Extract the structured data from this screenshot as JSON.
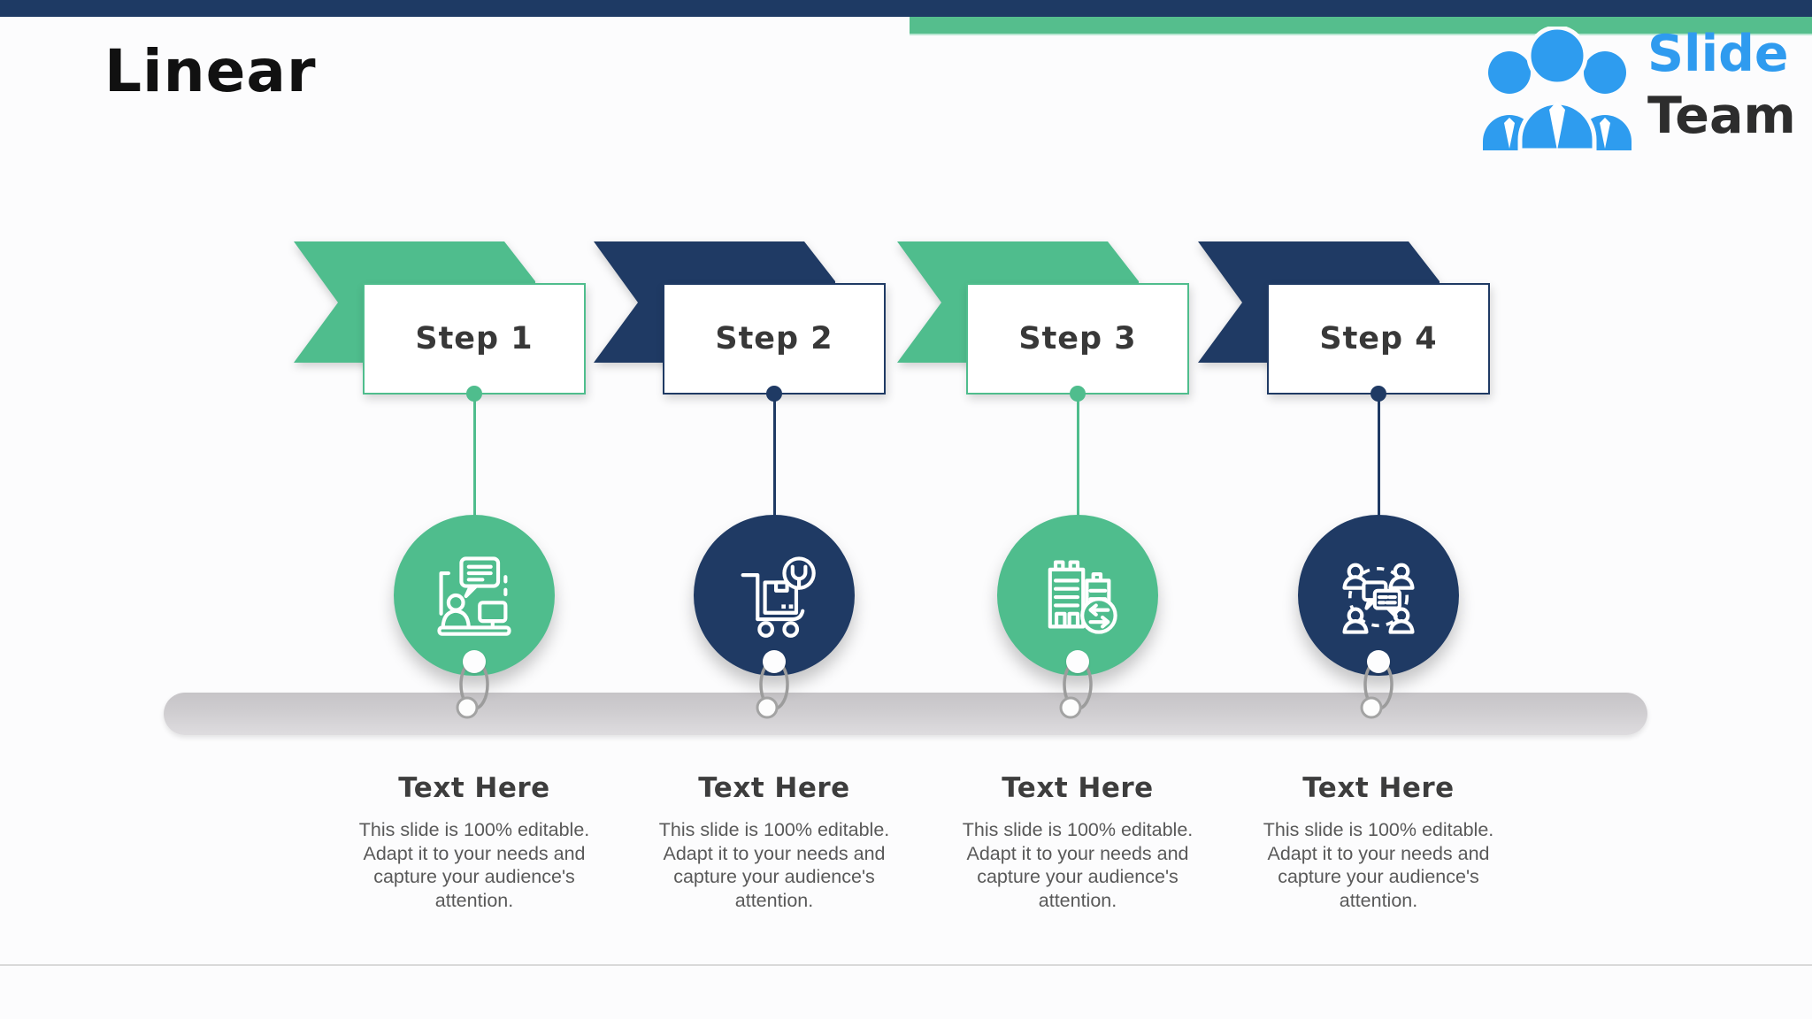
{
  "slide": {
    "title": "Linear"
  },
  "logo": {
    "line1": "Slide",
    "line2": "Team",
    "icon": "three-people-icon"
  },
  "colors": {
    "green": "#4FBD8D",
    "navy": "#1F3A64",
    "top_bar_navy": "#1E3A64",
    "top_bar_green": "#55BE8D",
    "logo_blue": "#2F9BEF",
    "heading_text": "#3d3d3d",
    "body_text": "#595959",
    "rail_gray": "#cfcdd0"
  },
  "steps": [
    {
      "label": "Step 1",
      "theme": "green",
      "icon": "consultation-presentation-icon",
      "heading": "Text Here",
      "body": "This slide is 100% editable. Adapt it to your needs and capture your audience's attention."
    },
    {
      "label": "Step 2",
      "theme": "navy",
      "icon": "cart-wrench-icon",
      "heading": "Text Here",
      "body": "This slide is 100% editable. Adapt it to your needs and capture your audience's attention."
    },
    {
      "label": "Step 3",
      "theme": "green",
      "icon": "buildings-exchange-icon",
      "heading": "Text Here",
      "body": "This slide is 100% editable. Adapt it to your needs and capture your audience's attention."
    },
    {
      "label": "Step 4",
      "theme": "navy",
      "icon": "team-network-icon",
      "heading": "Text Here",
      "body": "This slide is 100% editable. Adapt it to your needs and capture your audience's attention."
    }
  ]
}
